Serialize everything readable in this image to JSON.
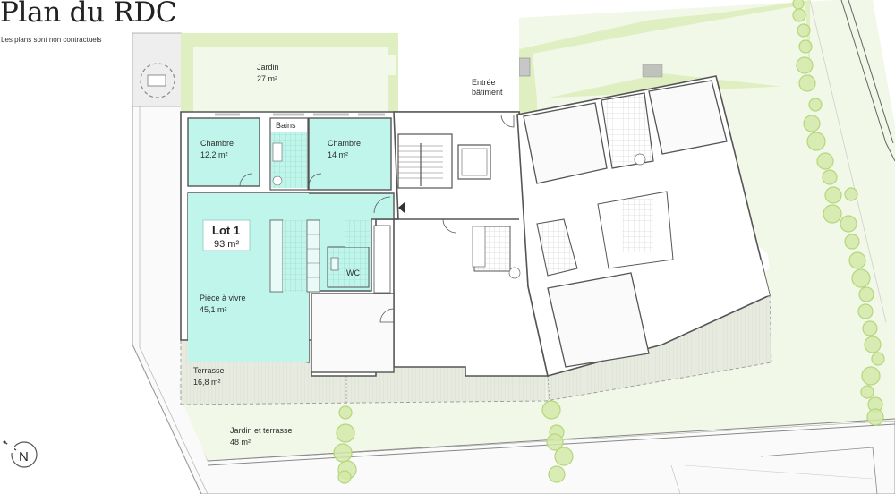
{
  "header": {
    "title": "Plan du RDC",
    "subtitle": "Les plans sont non contractuels"
  },
  "colors": {
    "lot_fill": "#bff5ea",
    "garden_fill": "#f1f8e8",
    "garden_border": "#e0efc2",
    "terrace_fill": "#e8ebe0",
    "tree_fill": "#d4e9a8",
    "tree_stroke": "#b5d67c",
    "wall": "#555555",
    "tile": "#cfd2d4"
  },
  "lot": {
    "name": "Lot 1",
    "area": "93 m²"
  },
  "rooms": {
    "jardin_nord": {
      "name": "Jardin",
      "area": "27 m²"
    },
    "chambre_1": {
      "name": "Chambre",
      "area": "12,2 m²"
    },
    "bains": {
      "name": "Bains"
    },
    "chambre_2": {
      "name": "Chambre",
      "area": "14 m²"
    },
    "wc": {
      "name": "WC"
    },
    "piece_a_vivre": {
      "name": "Pièce à vivre",
      "area": "45,1 m²"
    },
    "terrasse": {
      "name": "Terrasse",
      "area": "16,8 m²"
    },
    "jardin_terrasse": {
      "name": "Jardin et terrasse",
      "area": "48 m²"
    }
  },
  "entrance": {
    "line1": "Entrée",
    "line2": "bâtiment"
  },
  "compass": {
    "label": "N",
    "icon": "north-arrow-icon"
  }
}
